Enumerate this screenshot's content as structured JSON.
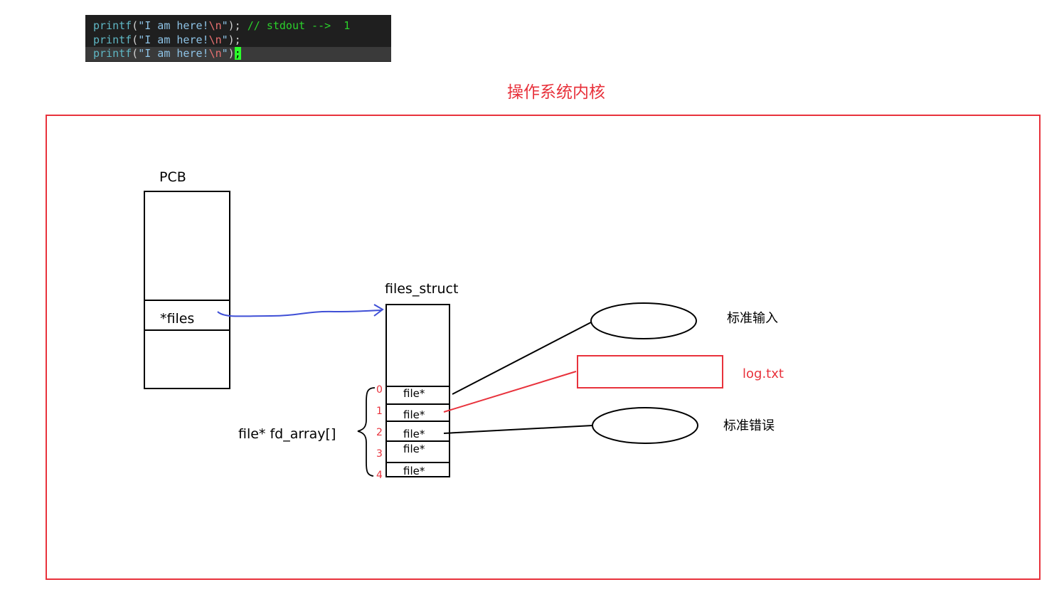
{
  "code": {
    "lines": [
      {
        "fn": "printf",
        "open": "(",
        "str_pre": "\"I am here!",
        "esc": "\\n",
        "str_post": "\"",
        "close": ");",
        "comment": " // stdout -->  1"
      },
      {
        "fn": "printf",
        "open": "(",
        "str_pre": "\"I am here!",
        "esc": "\\n",
        "str_post": "\"",
        "close": ");",
        "comment": ""
      },
      {
        "fn": "printf",
        "open": "(",
        "str_pre": "\"I am here!",
        "esc": "\\n",
        "str_post": "\"",
        "close": ")",
        "cursor": ";",
        "comment": ""
      }
    ]
  },
  "diagram": {
    "kernel_title": "操作系统内核",
    "pcb_label": "PCB",
    "files_field": "*files",
    "files_struct_label": "files_struct",
    "fd_array_label": "file* fd_array[]",
    "slots": [
      {
        "index": "0",
        "label": "file*"
      },
      {
        "index": "1",
        "label": "file*"
      },
      {
        "index": "2",
        "label": "file*"
      },
      {
        "index": "3",
        "label": "file*"
      },
      {
        "index": "4",
        "label": "file*"
      }
    ],
    "targets": {
      "stdin": "标准输入",
      "logfile": "log.txt",
      "stderr": "标准错误"
    }
  },
  "colors": {
    "kernel_border": "#e8323c",
    "arrow_blue": "#3f4fd6",
    "index_red": "#e8323c",
    "black": "#000000"
  }
}
